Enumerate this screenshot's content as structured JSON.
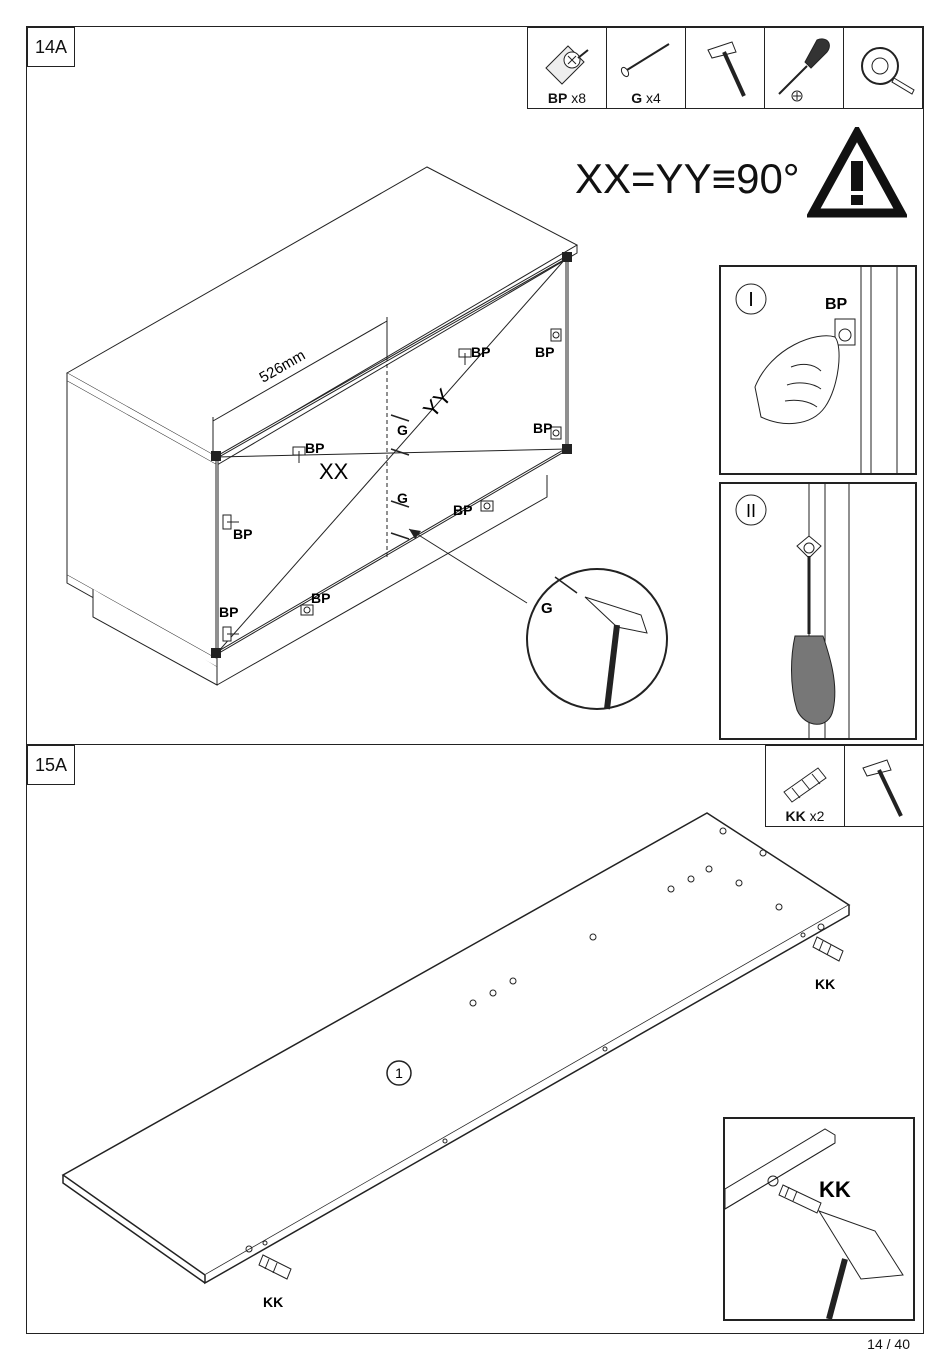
{
  "step14": {
    "label": "14A",
    "tools": [
      {
        "code": "BP",
        "qty": "x8",
        "icon": "bracket-plate-icon"
      },
      {
        "code": "G",
        "qty": "x4",
        "icon": "nail-icon"
      },
      {
        "code": "",
        "qty": "",
        "icon": "hammer-icon"
      },
      {
        "code": "",
        "qty": "",
        "icon": "screwdriver-icon"
      },
      {
        "code": "",
        "qty": "",
        "icon": "tape-measure-icon"
      }
    ],
    "warning_formula": "XX=YY≡90°",
    "dimension": "526mm",
    "diag_xx": "XX",
    "diag_yy": "YY",
    "bp": "BP",
    "g": "G",
    "inset1_numeral": "I",
    "inset2_numeral": "II"
  },
  "step15": {
    "label": "15A",
    "tools": [
      {
        "code": "KK",
        "qty": "x2",
        "icon": "dowel-icon"
      },
      {
        "code": "",
        "qty": "",
        "icon": "hammer-icon"
      }
    ],
    "part_number": "1",
    "kk": "KK"
  },
  "page": {
    "number": "14 / 40"
  }
}
